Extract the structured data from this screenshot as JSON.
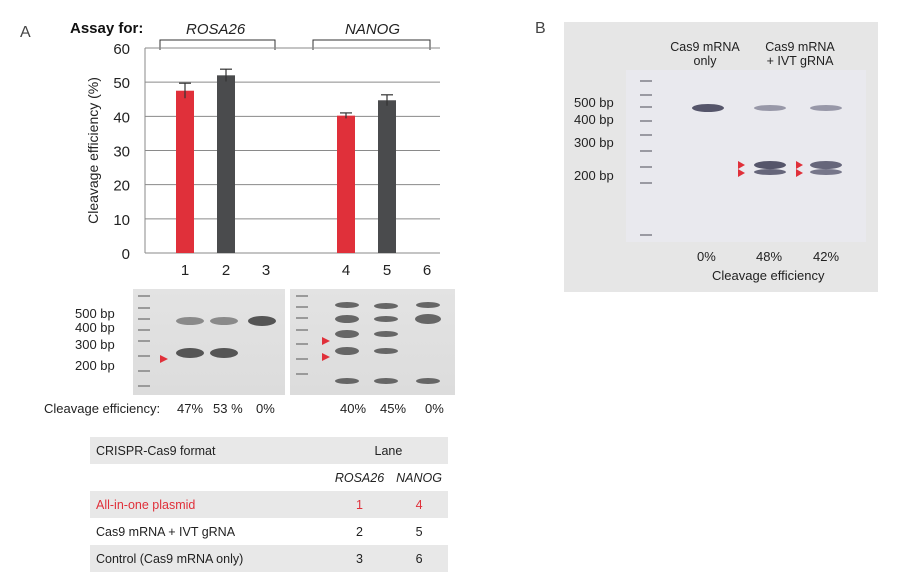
{
  "panel_a": {
    "letter": "A",
    "assay_label": "Assay for:",
    "group1": "ROSA26",
    "group2": "NANOG"
  },
  "panel_b": {
    "letter": "B",
    "header_left": [
      "Cas9 mRNA",
      "only"
    ],
    "header_right": [
      "Cas9 mRNA",
      "+ IVT gRNA"
    ],
    "markers": [
      "500 bp",
      "400 bp",
      "300 bp",
      "200 bp"
    ],
    "efficiencies": [
      "0%",
      "48%",
      "42%"
    ],
    "footer": "Cleavage efficiency"
  },
  "gel_a": {
    "markers": [
      "500 bp",
      "400 bp",
      "300 bp",
      "200 bp"
    ],
    "efficiency_label": "Cleavage efficiency:",
    "efficiencies_left": [
      "47%",
      "53 %",
      "0%"
    ],
    "efficiencies_right": [
      "40%",
      "45%",
      "0%"
    ]
  },
  "colors": {
    "red": "#e0303a",
    "dark": "#4a4b4d"
  },
  "chart_data": {
    "type": "bar",
    "categories": [
      "1",
      "2",
      "3",
      "4",
      "5",
      "6"
    ],
    "values": [
      47.5,
      52,
      0,
      40.2,
      44.7,
      0
    ],
    "errors": [
      2.2,
      1.8,
      0,
      0.8,
      1.6,
      0
    ],
    "bar_colors": [
      "#e0303a",
      "#4a4b4d",
      "#4a4b4d",
      "#e0303a",
      "#4a4b4d",
      "#4a4b4d"
    ],
    "title": "",
    "xlabel": "",
    "ylabel": "Cleavage efficiency (%)",
    "ylim": [
      0,
      60
    ],
    "yticks": [
      0,
      10,
      20,
      30,
      40,
      50,
      60
    ],
    "grid": true
  },
  "table": {
    "header": "CRISPR-Cas9 format",
    "lane": "Lane",
    "col1": "ROSA26",
    "col2": "NANOG",
    "rows": [
      {
        "label": "All-in-one plasmid",
        "v1": "1",
        "v2": "4"
      },
      {
        "label": "Cas9 mRNA + IVT gRNA",
        "v1": "2",
        "v2": "5"
      },
      {
        "label": "Control (Cas9 mRNA only)",
        "v1": "3",
        "v2": "6"
      }
    ]
  }
}
